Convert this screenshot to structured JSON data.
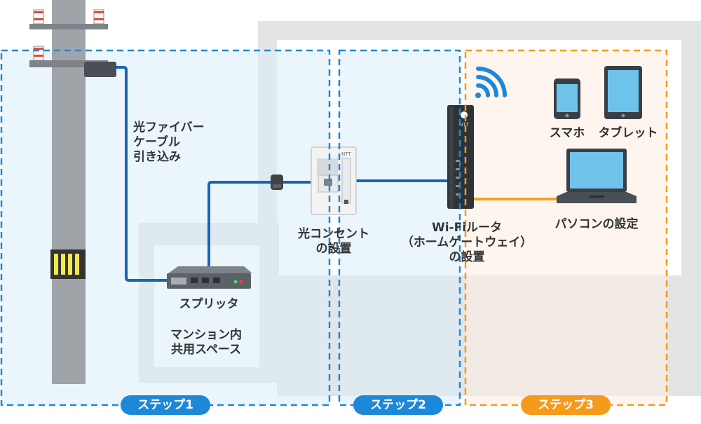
{
  "labels": {
    "fiber_cable": "光ファイバー\nケーブル\n引き込み",
    "splitter": "スプリッタ",
    "shared_space": "マンション内\n共用スペース",
    "outlet": "光コンセント\nの設置",
    "router": "Wi-Fiルータ\n（ホームゲートウェイ）\nの設置",
    "smartphone": "スマホ",
    "tablet": "タブレット",
    "pc": "パソコンの設定"
  },
  "steps": [
    "ステップ1",
    "ステップ2",
    "ステップ3"
  ],
  "device_text": {
    "router_brand": "NTT",
    "outlet_brand": "NTT"
  },
  "colors": {
    "step_blue": "#1e88d8",
    "step_orange": "#f59a1b",
    "fiber_line": "#1566b8",
    "lan_line": "#f5a21b",
    "pole": "#9ea4a8",
    "building": "#e3e4e5"
  },
  "icons": [
    "utility-pole-icon",
    "splitter-icon",
    "optical-outlet-icon",
    "router-icon",
    "wifi-icon",
    "smartphone-icon",
    "tablet-icon",
    "laptop-icon"
  ]
}
